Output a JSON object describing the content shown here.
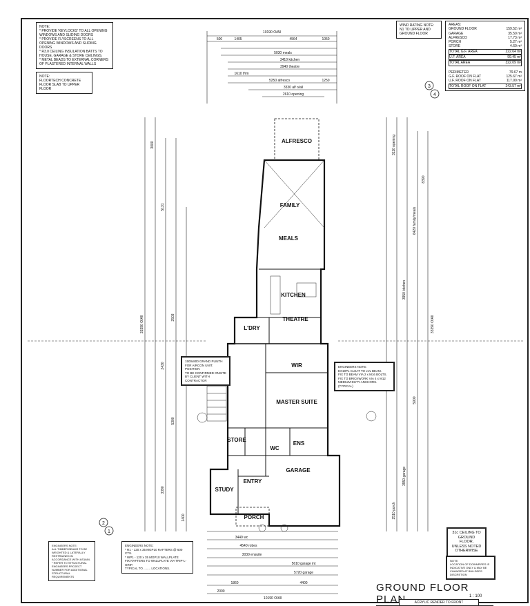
{
  "title": "GROUND FLOOR  PLAN",
  "scale": "1 : 100",
  "notes": {
    "general": "NOTE:\n* PROVIDE 'KEYLOCKS' TO ALL OPENING WINDOWS AND SLIDING DOORS\n* PROVIDE FLYSCREENS TO ALL OPENING WINDOWS AND SLIDING DOORS\n* R3.0 CEILING INSULATION BATTS TO HOUSE, GARAGE & STORE CEILINGS.\n* METAL BEADS TO EXTERNAL CORNERS OF PLASTERED INTERNAL WALLS",
    "slab": "NOTE:\nFLOORTECH CONCRETE\nFLOOR SLAB TO UPPER FLOOR",
    "wind": "WIND RATING NOTE:\nN1 TO UPPER AND\nGROUND FLOOR",
    "ceiling": "31c CEILING TO\nGROUND FLOOR,\nUNLESS NOTED\nOTHERWISE",
    "downpipes": "NOTE:\nLOCATION OF DOWNPIPES IS INDICATIVE ONLY & MAY BE CHANGED AT BUILDERS DISCRETION",
    "engineers": "ENGINEERS NOTE:\nEX19PL CLEAT TO LVL BEAM.\nFIX TO BEAM VIA 2 x M16 BOLTS.\nFIX TO BRICKWORK VIA 4 x M12\nMEDIUM DUTY ANCHORS. (TYPICAL)",
    "engineers2": "ENGINEERS NOTE:\n* R1 - 120 x 35 MGP10 RAFTERS @ 600 CTS.\n* WP1 - 120 x 35 MGP10 WALLPLATE\nFIX RAFTERS TO WALLPLATE VIA TRIP-L-GRIP.\nTYPICAL TO ........ LOCATIONS.",
    "engineers3": "ENGINEERS NOTE:\nALL TIMBER BEAMS TO BE WEIGHTED & LATERALLY RESTRAINED IN ACCORDANCE WITH AS1684.\n* REFER TO STRUCTURAL ENGINEERS PROJECT NUMBER FOR ADDITIONAL STRUCTURAL REQUIREMENTS",
    "plinth": "1500x800 GRAND PLINTH\nFOR AIRCON UNIT. POSITION\nTO BE CONFIRMED ONSITE\nBY CLIENT WITH CONTRACTOR",
    "render": "ACRYLIC RENDER TO FRONT"
  },
  "areas": {
    "heading": "AREAS:",
    "rows": [
      {
        "label": "GROUND FLOOR",
        "value": "159.52 m²"
      },
      {
        "label": "GARAGE",
        "value": "35.50 m²"
      },
      {
        "label": "ALFRESCO",
        "value": "17.73 m²"
      },
      {
        "label": "PORCH",
        "value": "5.27 m²"
      },
      {
        "label": "STORE",
        "value": "4.60 m²"
      }
    ],
    "gf_total": {
      "label": "TOTAL G.F. AREA",
      "value": "222.64 m²"
    },
    "uf": {
      "label": "U.F. AREA",
      "value": "99.45 m²"
    },
    "total": {
      "label": "TOTAL AREA",
      "value": "322.09 m²"
    },
    "rows2": [
      {
        "label": "PERIMETER",
        "value": "79.67 m"
      },
      {
        "label": "G.F. ROOF ON FLAT",
        "value": "125.67 m²"
      },
      {
        "label": "U.F. ROOF ON FLAT",
        "value": "117.90 m²"
      }
    ],
    "roof_total": {
      "label": "TOTAL ROOF ON FLAT",
      "value": "243.57 m²"
    }
  },
  "rooms": [
    "ALFRESCO",
    "FAMILY",
    "MEALS",
    "KITCHEN",
    "L'DRY",
    "THEATRE",
    "WIR",
    "MASTER SUITE",
    "STORE",
    "ENS",
    "WC",
    "GARAGE",
    "ENTRY",
    "STUDY",
    "PORCH"
  ],
  "dims": {
    "top_overall": "10190 O/All",
    "bottom_overall": "10190 O/All",
    "right_overall": "33390 O/All",
    "left_overall": "33390 O/All",
    "top": [
      "500",
      "1405",
      "4564",
      "1050",
      "5030 meals",
      "3410 kitchen",
      "3940 theatre",
      "1610 f/rm",
      "1250",
      "5250 alfresco",
      "3330 alf o/all",
      "2610 opening"
    ],
    "bottom": [
      "3440 wc",
      "4540 robes",
      "3030 ensuite",
      "5610 garage int",
      "5720 garage",
      "4400",
      "1860",
      "2000"
    ],
    "right": [
      "3110 opening",
      "8390",
      "6420 family/meals",
      "3950 kitchen",
      "5900",
      "3950 garage",
      "2510 porch"
    ],
    "left": [
      "3000",
      "5131",
      "2503",
      "2430",
      "5300",
      "3390",
      "1400"
    ]
  },
  "markers": [
    "3",
    "4",
    "2",
    "1"
  ]
}
